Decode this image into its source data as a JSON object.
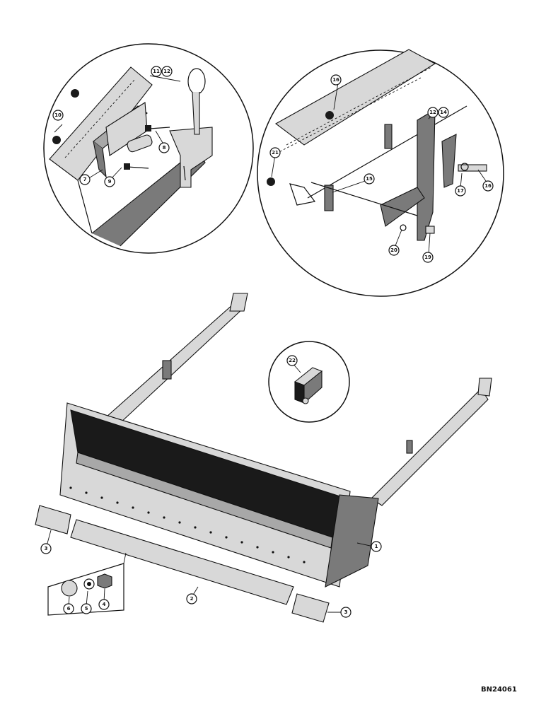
{
  "drawing_number": "BN24061",
  "callouts": {
    "c1": "1",
    "c2": "2",
    "c3a": "3",
    "c3b": "3",
    "c4": "4",
    "c5": "5",
    "c6": "6",
    "c7": "7",
    "c8": "8",
    "c9": "9",
    "c10": "10",
    "c11": "11",
    "c12a": "12",
    "c12b": "12",
    "c14": "14",
    "c15": "15",
    "c16a": "16",
    "c16b": "16",
    "c17": "17",
    "c19": "19",
    "c20": "20",
    "c21": "21",
    "c22": "22"
  }
}
